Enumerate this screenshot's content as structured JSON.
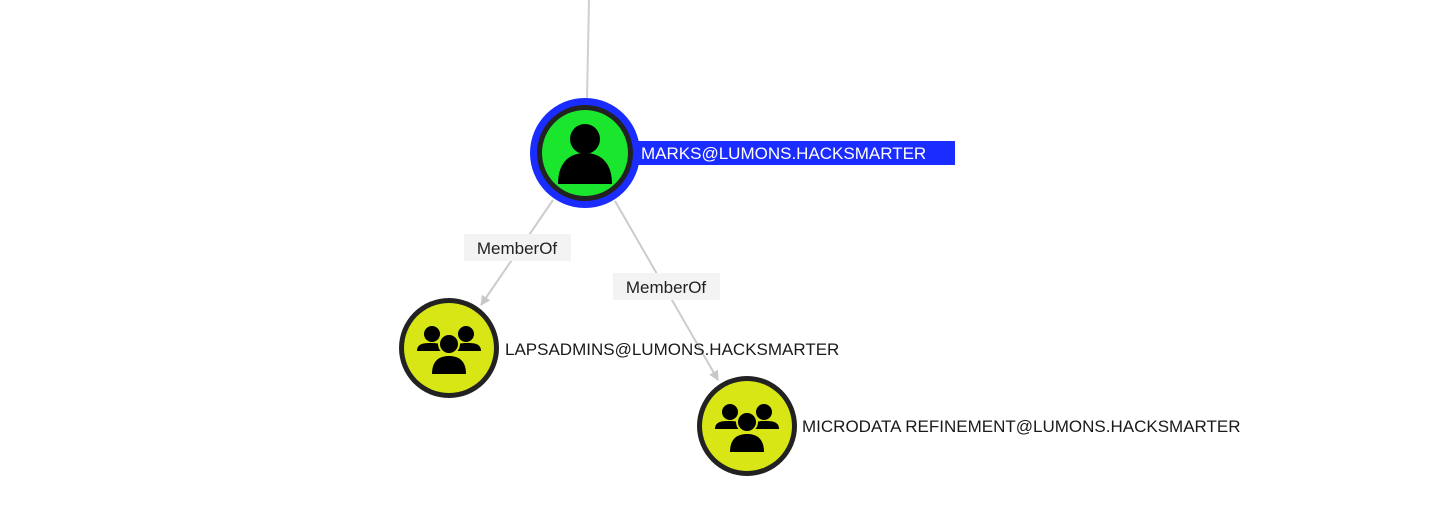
{
  "graph": {
    "nodes": [
      {
        "id": "marks",
        "label": "MARKS@LUMONS.HACKSMARTER",
        "type": "user",
        "icon": "user-icon",
        "fill": "#19e62c",
        "selected": true,
        "highlight": "#1a2cff"
      },
      {
        "id": "lapsadmins",
        "label": "LAPSADMINS@LUMONS.HACKSMARTER",
        "type": "group",
        "icon": "group-icon",
        "fill": "#d8e616"
      },
      {
        "id": "microdata",
        "label": "MICRODATA REFINEMENT@LUMONS.HACKSMARTER",
        "type": "group",
        "icon": "group-icon",
        "fill": "#d8e616"
      }
    ],
    "edges": [
      {
        "from": "marks",
        "to": "lapsadmins",
        "label": "MemberOf"
      },
      {
        "from": "marks",
        "to": "microdata",
        "label": "MemberOf"
      }
    ]
  }
}
